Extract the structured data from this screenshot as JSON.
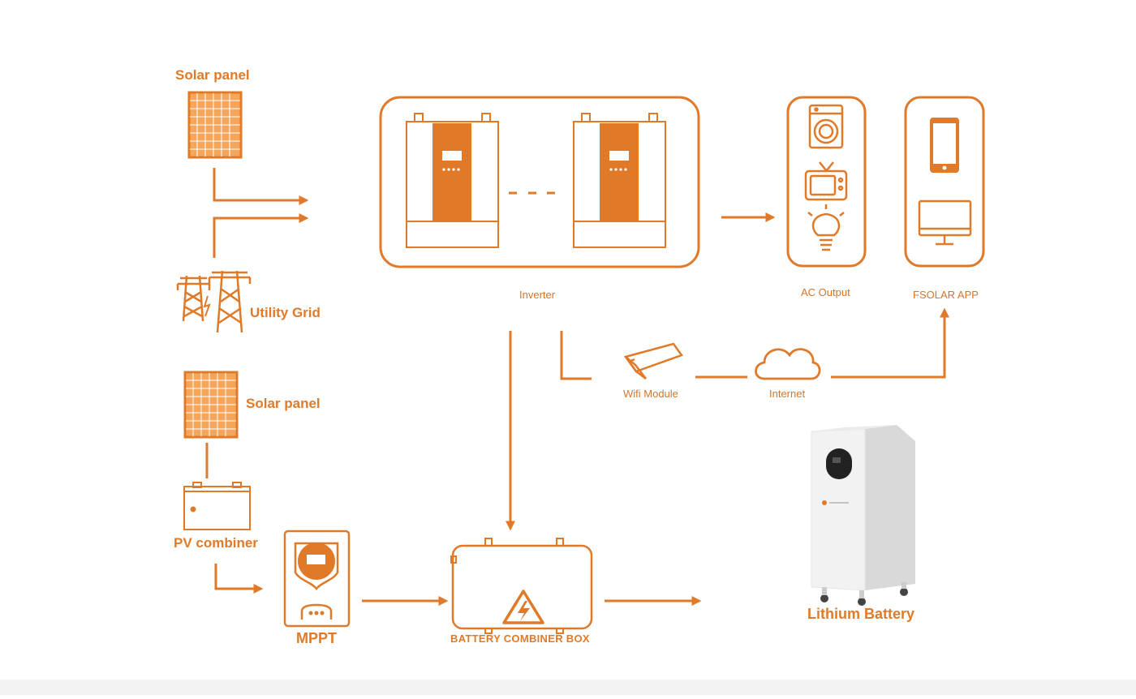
{
  "labels": {
    "solar_panel_top": "Solar panel",
    "utility_grid": "Utility Grid",
    "solar_panel_bottom": "Solar panel",
    "pv_combiner": "PV combiner",
    "mppt": "MPPT",
    "inverter": "Inverter",
    "ac_output": "AC Output",
    "fsolar_app": "FSOLAR APP",
    "wifi_module": "Wifi Module",
    "internet": "Internet",
    "battery_combiner_box": "BATTERY COMBINER BOX",
    "lithium_battery": "Lithium Battery"
  },
  "colors": {
    "accent": "#e07a28",
    "line": "#e07a28",
    "battery_body": "#f2f2f2",
    "battery_side": "#d9d9d9",
    "battery_display": "#222222"
  },
  "icons": [
    "solar-panel-icon",
    "transmission-tower-icon",
    "inverter-unit-icon",
    "washing-machine-icon",
    "tv-icon",
    "light-bulb-icon",
    "smartphone-icon",
    "monitor-icon",
    "wifi-module-icon",
    "cloud-icon",
    "pv-combiner-icon",
    "mppt-controller-icon",
    "battery-combiner-box-icon",
    "high-voltage-icon",
    "lithium-battery-icon"
  ]
}
